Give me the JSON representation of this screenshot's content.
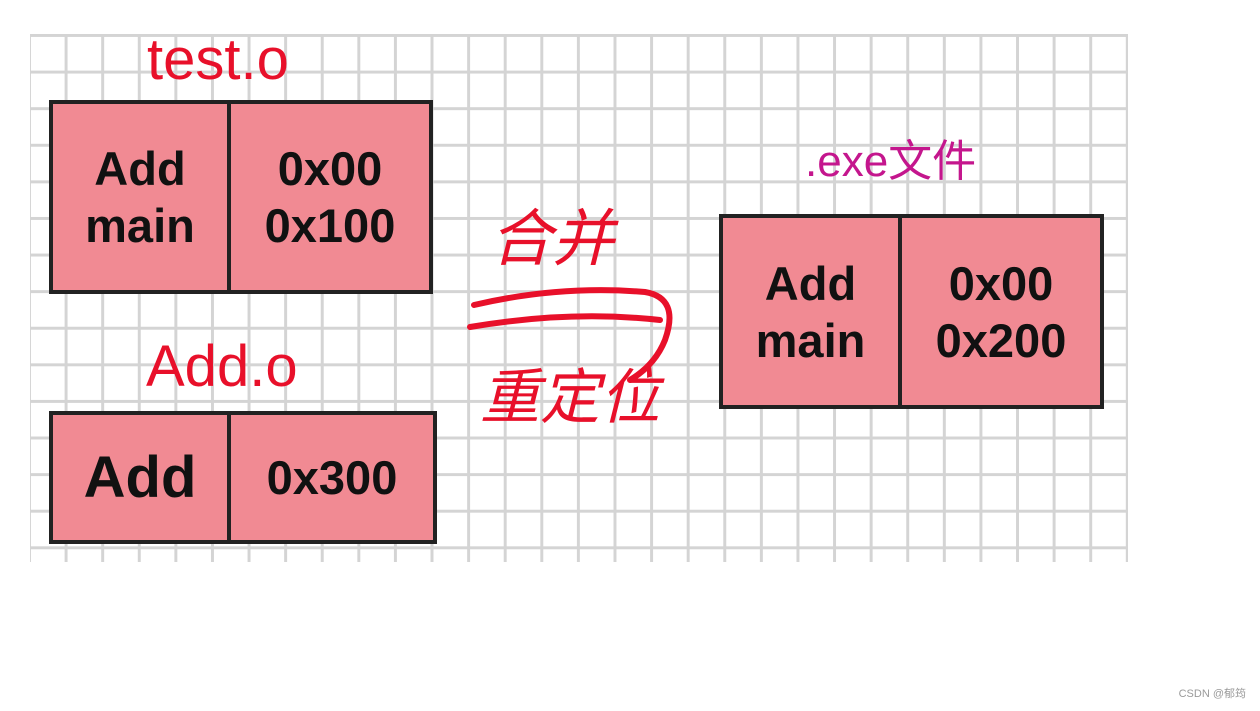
{
  "labels": {
    "test_o": "test.o",
    "add_o": "Add.o",
    "exe": ".exe文件"
  },
  "test_o_table": {
    "symbols": [
      "Add",
      "main"
    ],
    "addresses": [
      "0x00",
      "0x100"
    ]
  },
  "add_o_table": {
    "symbols": [
      "Add"
    ],
    "addresses": [
      "0x300"
    ]
  },
  "exe_table": {
    "symbols": [
      "Add",
      "main"
    ],
    "addresses": [
      "0x00",
      "0x200"
    ]
  },
  "handwriting": {
    "merge": "合并",
    "relocate": "重定位"
  },
  "watermark": "CSDN @郁筠",
  "colors": {
    "cell_fill": "#f18a93",
    "label_red": "#e8102a",
    "label_magenta": "#c4168d",
    "handwriting_red": "#e8102a"
  }
}
